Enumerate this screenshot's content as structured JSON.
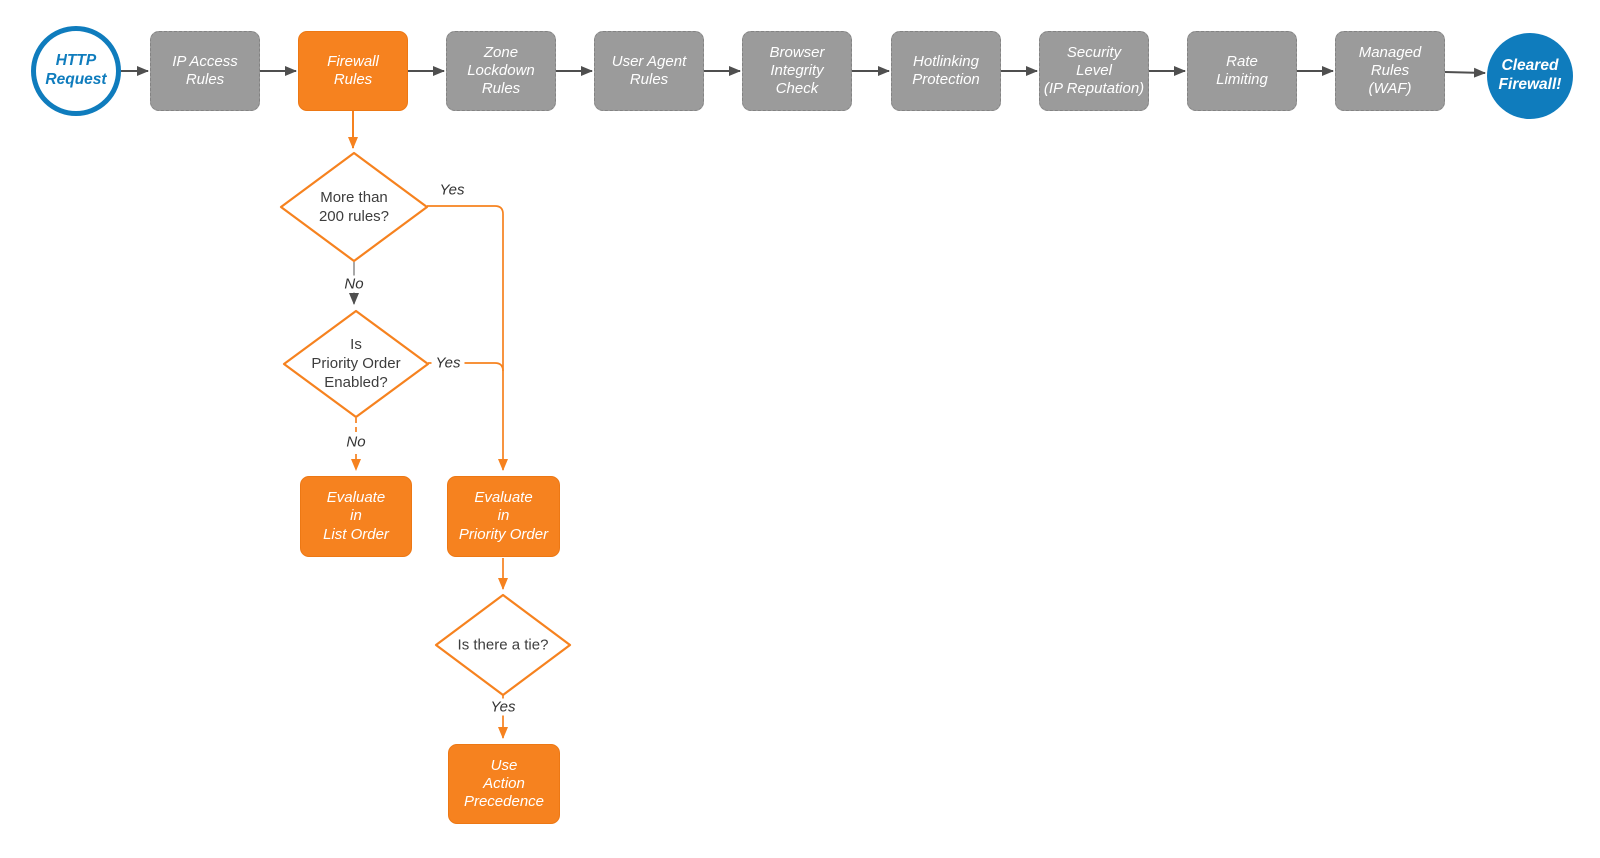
{
  "diagram": {
    "start": {
      "label": [
        "HTTP",
        "Request"
      ]
    },
    "pipeline": [
      {
        "label": [
          "IP Access",
          "Rules"
        ],
        "state": "default"
      },
      {
        "label": [
          "Firewall",
          "Rules"
        ],
        "state": "highlight"
      },
      {
        "label": [
          "Zone",
          "Lockdown",
          "Rules"
        ],
        "state": "default"
      },
      {
        "label": [
          "User Agent",
          "Rules"
        ],
        "state": "default"
      },
      {
        "label": [
          "Browser",
          "Integrity",
          "Check"
        ],
        "state": "default"
      },
      {
        "label": [
          "Hotlinking",
          "Protection"
        ],
        "state": "default"
      },
      {
        "label": [
          "Security",
          "Level",
          "(IP Reputation)"
        ],
        "state": "default"
      },
      {
        "label": [
          "Rate",
          "Limiting"
        ],
        "state": "default"
      },
      {
        "label": [
          "Managed",
          "Rules",
          "(WAF)"
        ],
        "state": "default"
      }
    ],
    "end": {
      "label": [
        "Cleared",
        "Firewall!"
      ]
    },
    "decisions": [
      {
        "question": [
          "More than",
          "200 rules?"
        ]
      },
      {
        "question": [
          "Is",
          "Priority Order",
          "Enabled?"
        ]
      },
      {
        "question": [
          "Is there a tie?"
        ]
      }
    ],
    "actions": [
      {
        "label": [
          "Evaluate",
          "in",
          "List Order"
        ]
      },
      {
        "label": [
          "Evaluate",
          "in",
          "Priority Order"
        ]
      },
      {
        "label": [
          "Use",
          "Action",
          "Precedence"
        ]
      }
    ],
    "edge_labels": {
      "yes1": "Yes",
      "no1": "No",
      "yes2": "Yes",
      "no2": "No",
      "yes3": "Yes"
    },
    "colors": {
      "accent_orange": "#f6821f",
      "node_gray": "#9b9b9b",
      "brand_blue": "#0f7cbd",
      "arrow_gray": "#4f4f4f"
    }
  }
}
